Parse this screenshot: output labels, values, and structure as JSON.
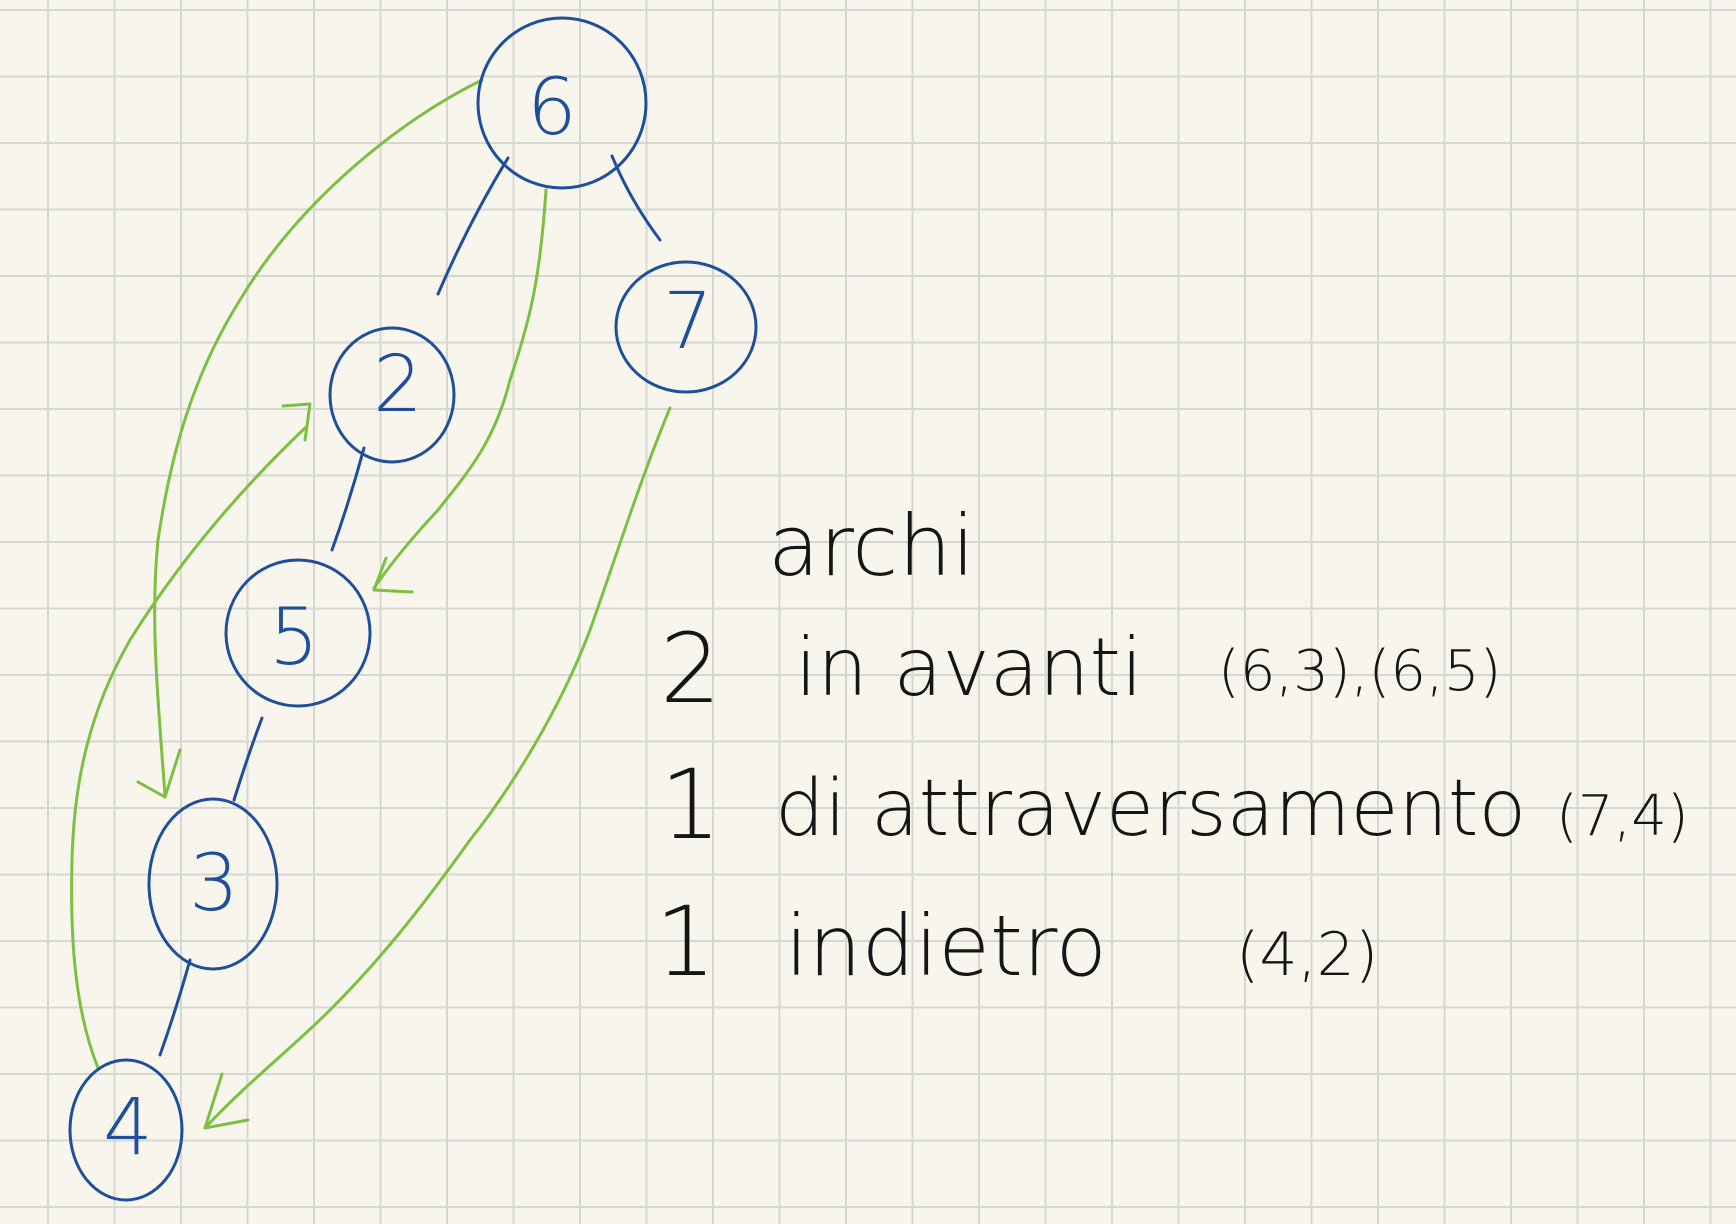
{
  "diagram": {
    "nodes": [
      {
        "id": "6",
        "label": "6"
      },
      {
        "id": "7",
        "label": "7"
      },
      {
        "id": "2",
        "label": "2"
      },
      {
        "id": "5",
        "label": "5"
      },
      {
        "id": "3",
        "label": "3"
      },
      {
        "id": "4",
        "label": "4"
      }
    ],
    "tree_edges": [
      {
        "from": "6",
        "to": "2"
      },
      {
        "from": "6",
        "to": "7"
      },
      {
        "from": "2",
        "to": "5"
      },
      {
        "from": "5",
        "to": "3"
      },
      {
        "from": "3",
        "to": "4"
      }
    ],
    "arcs": [
      {
        "from": "6",
        "to": "3"
      },
      {
        "from": "6",
        "to": "5"
      },
      {
        "from": "7",
        "to": "4"
      },
      {
        "from": "4",
        "to": "2"
      }
    ]
  },
  "notes": {
    "title": "archi",
    "lines": [
      {
        "count": "2",
        "kind": "in avanti",
        "edges": "(6,3),(6,5)"
      },
      {
        "count": "1",
        "kind": "di attraversamento",
        "edges": "(7,4)"
      },
      {
        "count": "1",
        "kind": "indietro",
        "edges": "(4,2)"
      }
    ]
  },
  "colors": {
    "node_ink": "#1f4f9a",
    "arc_ink": "#7cc043",
    "text_ink": "#151515",
    "paper": "#f8f6ec",
    "grid": "#d6d6d2"
  }
}
